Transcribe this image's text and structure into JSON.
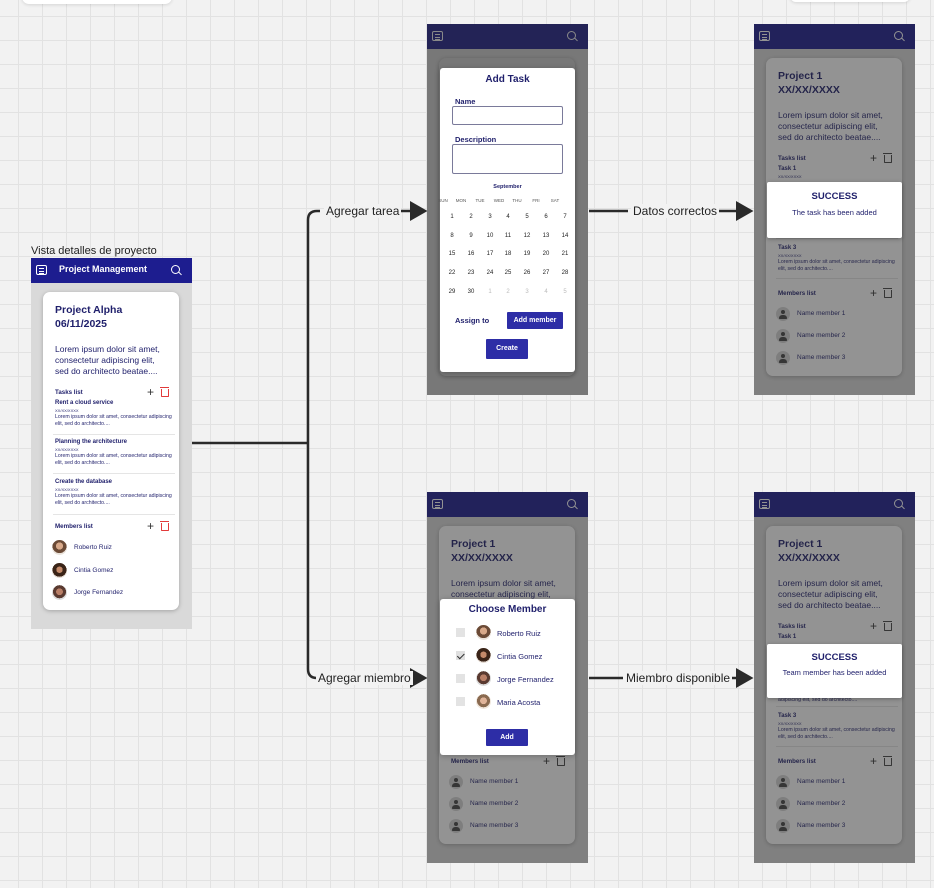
{
  "labels": {
    "screen_title": "Vista detalles de proyecto",
    "flow_add_task": "Agregar tarea",
    "flow_add_member": "Agregar miembro",
    "flow_valid_data": "Datos correctos",
    "flow_member_available": "Miembro disponible"
  },
  "main": {
    "app_title": "Project Management",
    "project_name": "Project Alpha",
    "project_date": "06/11/2025",
    "description": "Lorem ipsum dolor sit amet, consectetur adipiscing elit, sed do architecto beatae....",
    "tasks_header": "Tasks list",
    "tasks": [
      {
        "title": "Rent a cloud service",
        "date": "XX/XX/XXXX",
        "desc": "Lorem ipsum dolor sit amet, consectetur adipiscing elit, sed do architecto...."
      },
      {
        "title": "Planning the architecture",
        "date": "XX/XX/XXXX",
        "desc": "Lorem ipsum dolor sit amet, consectetur adipiscing elit, sed do architecto...."
      },
      {
        "title": "Create the database",
        "date": "XX/XX/XXXX",
        "desc": "Lorem ipsum dolor sit amet, consectetur adipiscing elit, sed do architecto...."
      }
    ],
    "members_header": "Members list",
    "members": [
      "Roberto Ruiz",
      "Cintia Gomez",
      "Jorge Fernandez"
    ]
  },
  "add_task": {
    "title": "Add Task",
    "name_label": "Name",
    "description_label": "Description",
    "month": "September",
    "weekdays": [
      "SUN",
      "MON",
      "TUE",
      "WED",
      "THU",
      "FRI",
      "SAT"
    ],
    "weeks": [
      [
        "1",
        "2",
        "3",
        "4",
        "5",
        "6",
        "7"
      ],
      [
        "8",
        "9",
        "10",
        "11",
        "12",
        "13",
        "14"
      ],
      [
        "15",
        "16",
        "17",
        "18",
        "19",
        "20",
        "21"
      ],
      [
        "22",
        "23",
        "24",
        "25",
        "26",
        "27",
        "28"
      ],
      [
        "29",
        "30",
        "1",
        "2",
        "3",
        "4",
        "5"
      ]
    ],
    "assign_to": "Assign to",
    "add_member_btn": "Add member",
    "create_btn": "Create"
  },
  "task_success": {
    "project_name": "Project 1",
    "project_date": "XX/XX/XXXX",
    "description": "Lorem ipsum dolor sit amet, consectetur adipiscing elit, sed do architecto beatae....",
    "tasks_header": "Tasks list",
    "task1": "Task 1",
    "task1_date": "XX/XX/XXXX",
    "task3": "Task 3",
    "task3_date": "XX/XX/XXXX",
    "task3_desc": "Lorem ipsum dolor sit amet, consectetur adipiscing elit, sed do architecto....",
    "toast_title": "SUCCESS",
    "toast_msg": "The task has been added",
    "members_header": "Members list",
    "members": [
      "Name member 1",
      "Name member 2",
      "Name member 3"
    ]
  },
  "choose_member": {
    "project_name": "Project 1",
    "project_date": "XX/XX/XXXX",
    "description": "Lorem ipsum dolor sit amet, consectetur adipiscing elit, sed do architecto beatae....",
    "title": "Choose Member",
    "options": [
      {
        "name": "Roberto Ruiz",
        "checked": false
      },
      {
        "name": "Cintia Gomez",
        "checked": true
      },
      {
        "name": "Jorge Fernandez",
        "checked": false
      },
      {
        "name": "Maria Acosta",
        "checked": false
      }
    ],
    "add_btn": "Add",
    "members_header": "Members list",
    "members": [
      "Name member 1",
      "Name member 2",
      "Name member 3"
    ]
  },
  "member_success": {
    "project_name": "Project 1",
    "project_date": "XX/XX/XXXX",
    "description": "Lorem ipsum dolor sit amet, consectetur adipiscing elit, sed do architecto beatae....",
    "tasks_header": "Tasks list",
    "task1": "Task 1",
    "fragment": "adipiscing elit, sed do architecto....",
    "task3": "Task 3",
    "task3_date": "XX/XX/XXXX",
    "task3_desc": "Lorem ipsum dolor sit amet, consectetur adipiscing elit, sed do architecto....",
    "toast_title": "SUCCESS",
    "toast_msg": "Team member has been added",
    "members_header": "Members list",
    "members": [
      "Name member 1",
      "Name member 2",
      "Name member 3"
    ]
  },
  "colors": {
    "appbar": "#1d1d8f",
    "button": "#2d2da6",
    "text": "#1f1f6b",
    "delete": "#e23a3a"
  }
}
